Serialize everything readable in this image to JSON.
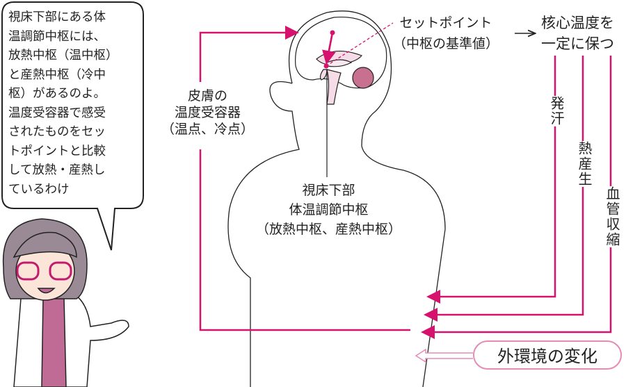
{
  "speech_bubble": {
    "text": "視床下部にある体\n温調節中枢には、\n放熱中枢（温中枢）\nと産熱中枢（冷中\n枢）があるのよ。\n温度受容器で感受\nされたものをセッ\nトポイントと比較\nして放熱・産熱し\nているわけ"
  },
  "labels": {
    "skin_receptor": "皮膚の\n温度受容器\n（温点、冷点）",
    "hypothalamus": "視床下部\n体温調節中枢\n（放熱中枢、産熱中枢）",
    "set_point": "セットポイント\n（中枢の基準値）",
    "core_temp": "核心温度を\n一定に保つ",
    "sweating": "発汗",
    "heat_production": "熱産生",
    "vasoconstriction": "血管収縮",
    "external_change": "外環境の変化"
  },
  "colors": {
    "accent": "#d6126e",
    "light_pink": "#e58bb5",
    "brain_fill": "#f5dce6",
    "cerebellum": "#c7708f"
  }
}
